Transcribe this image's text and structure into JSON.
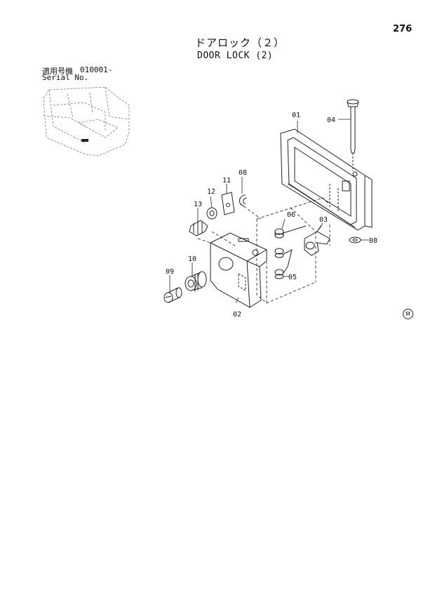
{
  "page_number": "276",
  "title_jp": "ドアロック（２）",
  "title_en": "DOOR LOCK (2)",
  "serial": {
    "label_jp": "適用号機",
    "number": "010001-",
    "label_en": "Serial No."
  },
  "mark": "M",
  "callouts": [
    "01",
    "02",
    "03",
    "04",
    "05",
    "06",
    "08",
    "08",
    "09",
    "10",
    "11",
    "12",
    "13"
  ]
}
